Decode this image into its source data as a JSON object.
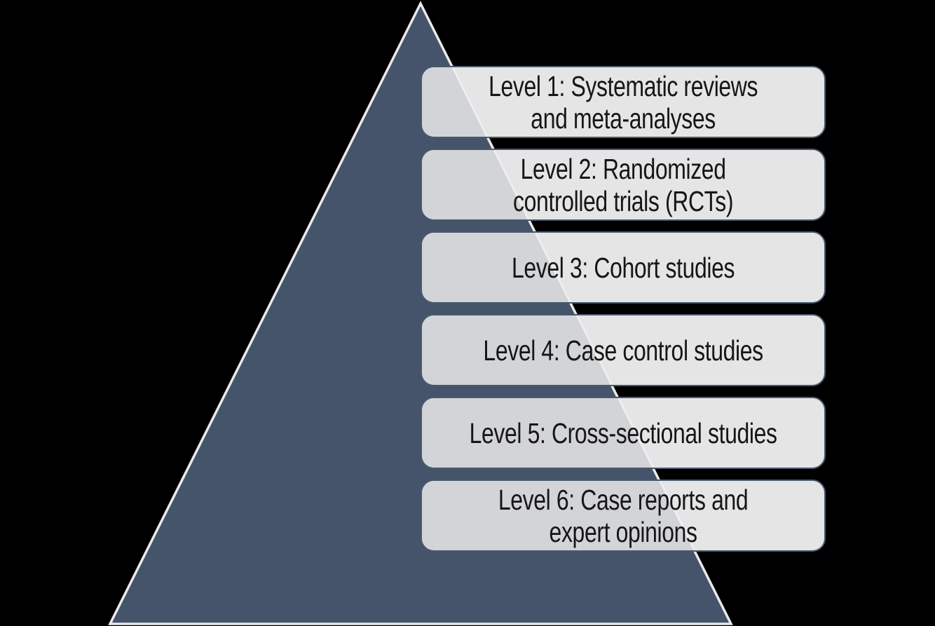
{
  "diagram": {
    "name": "evidence-hierarchy-pyramid",
    "colors": {
      "background": "#000000",
      "triangle_fill": "#45546a",
      "triangle_outline": "#e9eaec",
      "box_fill": "#e5e5e5",
      "box_border": "#49586e",
      "text": "#161616"
    },
    "levels": [
      {
        "level": 1,
        "label": "Level 1: Systematic reviews\nand meta-analyses"
      },
      {
        "level": 2,
        "label": "Level 2: Randomized\ncontrolled trials (RCTs)"
      },
      {
        "level": 3,
        "label": "Level 3: Cohort studies"
      },
      {
        "level": 4,
        "label": "Level 4: Case control studies"
      },
      {
        "level": 5,
        "label": "Level 5: Cross-sectional studies"
      },
      {
        "level": 6,
        "label": "Level 6: Case reports and\nexpert opinions"
      }
    ]
  }
}
